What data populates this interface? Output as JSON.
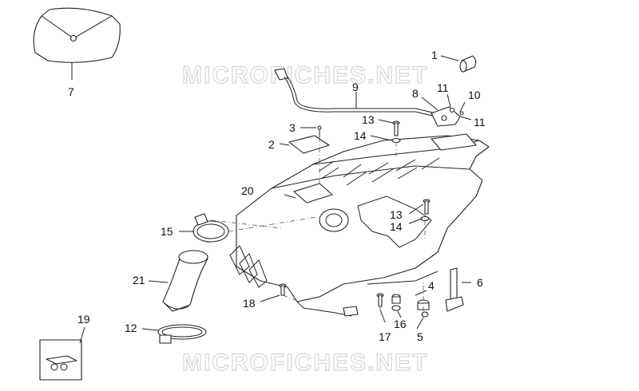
{
  "watermark": {
    "top": "MICROFICHES.NET",
    "bottom": "MICROFICHES.NET"
  },
  "callouts": {
    "c1": "1",
    "c2": "2",
    "c3": "3",
    "c4": "4",
    "c5": "5",
    "c6": "6",
    "c7": "7",
    "c8": "8",
    "c9": "9",
    "c10": "10",
    "c11a": "11",
    "c11b": "11",
    "c12": "12",
    "c13a": "13",
    "c13b": "13",
    "c14a": "14",
    "c14b": "14",
    "c15": "15",
    "c16": "16",
    "c17": "17",
    "c18": "18",
    "c19": "19",
    "c20": "20",
    "c21": "21"
  },
  "colors": {
    "line": "#222222",
    "watermark": "#d6d6d6",
    "background": "#ffffff"
  }
}
